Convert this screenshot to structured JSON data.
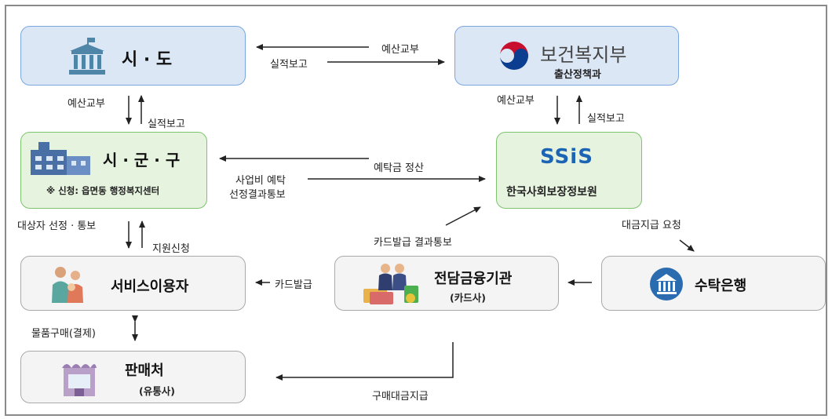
{
  "nodes": {
    "sido": {
      "title": "시 · 도"
    },
    "mohw": {
      "brand": "보건복지부",
      "dept": "출산정책과"
    },
    "sigungu": {
      "title": "시 · 군 · 구",
      "note": "※ 신청: 읍면동 행정복지센터"
    },
    "ssis": {
      "logo": "SSiS",
      "title": "한국사회보장정보원"
    },
    "user": {
      "title": "서비스이용자"
    },
    "card": {
      "title": "전담금융기관",
      "sub": "(카드사)"
    },
    "bank": {
      "title": "수탁은행"
    },
    "seller": {
      "title": "판매처",
      "sub": "(유통사)"
    }
  },
  "edges": {
    "budget_top": "예산교부",
    "report_top": "실적보고",
    "budget_left": "예산교부",
    "report_left": "실적보고",
    "budget_right": "예산교부",
    "report_right": "실적보고",
    "deposit_settle": "예탁금 정산",
    "project_deposit": "사업비 예탁",
    "selection_notice": "선정결과통보",
    "target_select": "대상자 선정 · 통보",
    "support_apply": "지원신청",
    "card_result": "카드발급 결과통보",
    "payment_request": "대금지급 요청",
    "card_issue": "카드발급",
    "goods_purchase": "물품구매(결제)",
    "purchase_payment": "구매대금지급"
  },
  "colors": {
    "blue_fill": "#dce7f6",
    "blue_border": "#7aa6e0",
    "green_fill": "#e6f3df",
    "green_border": "#7cc46c",
    "gray_fill": "#f4f4f4",
    "gray_border": "#a9a9a9",
    "ssis_blue": "#1c64b4",
    "ssis_green": "#3aa935",
    "mohw_red": "#c8102e",
    "mohw_blue": "#0b3d91"
  },
  "icons": {
    "sido": "government-building-icon",
    "sigungu": "office-building-icon",
    "mohw": "taegeuk-emblem-icon",
    "user": "family-icon",
    "card": "business-people-cards-icon",
    "bank": "bank-icon",
    "seller": "shop-icon"
  }
}
